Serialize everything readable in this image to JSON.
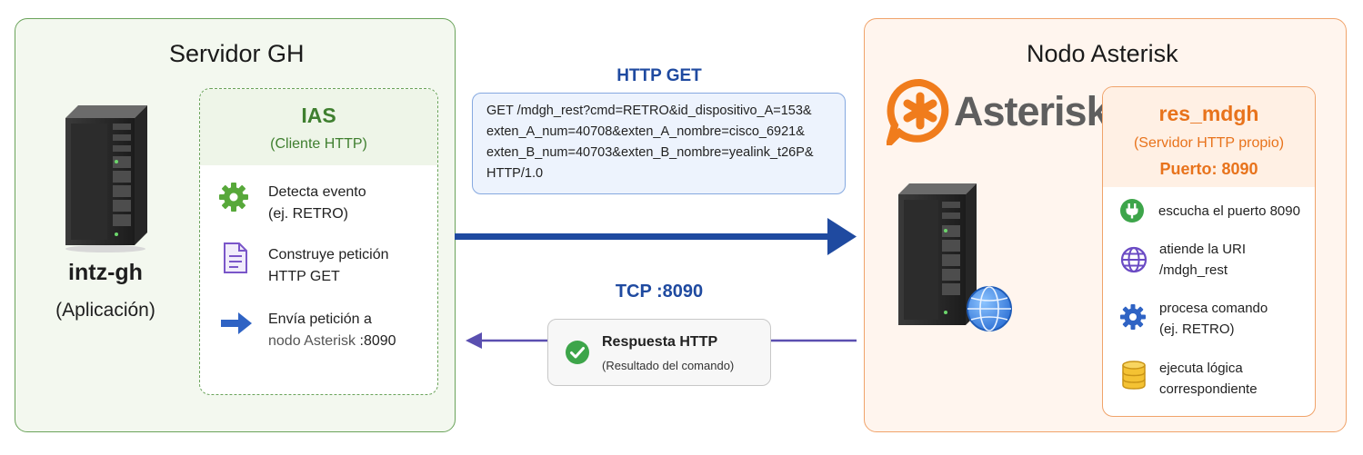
{
  "left_panel": {
    "title": "Servidor GH",
    "app_name": "intz-gh",
    "app_subtitle": "(Aplicación)",
    "ias": {
      "title": "IAS",
      "subtitle": "(Cliente HTTP)",
      "steps": [
        {
          "icon": "gear-icon",
          "line1": "Detecta evento",
          "line2": "(ej. RETRO)"
        },
        {
          "icon": "document-icon",
          "line1": "Construye petición",
          "line2": "HTTP GET"
        },
        {
          "icon": "arrow-right-icon",
          "line1": "Envía petición a",
          "line2a": "nodo Asterisk",
          "line2b": " :8090"
        }
      ]
    }
  },
  "connection": {
    "request_label": "HTTP GET",
    "request_lines": [
      "GET /mdgh_rest?cmd=RETRO&id_dispositivo_A=153&",
      "exten_A_num=40708&exten_A_nombre=cisco_6921&",
      "exten_B_num=40703&exten_B_nombre=yealink_t26P&",
      "HTTP/1.0"
    ],
    "port_label": "TCP :8090",
    "response_title": "Respuesta HTTP",
    "response_subtitle": "(Resultado del comando)"
  },
  "right_panel": {
    "title": "Nodo Asterisk",
    "logo_text": "Asterisk",
    "res": {
      "title": "res_mdgh",
      "subtitle": "(Servidor HTTP propio)",
      "port": "Puerto: 8090",
      "items": [
        {
          "icon": "plug-icon",
          "line1": "escucha el puerto 8090"
        },
        {
          "icon": "globe-icon",
          "line1": "atiende la URI",
          "line2": "/mdgh_rest"
        },
        {
          "icon": "gear-icon",
          "line1": "procesa comando",
          "line2": "(ej. RETRO)"
        },
        {
          "icon": "database-icon",
          "line1": "ejecuta lógica",
          "line2": "correspondiente"
        }
      ]
    }
  },
  "colors": {
    "green": "#3f7f2f",
    "orange": "#e8731c",
    "blue_arrow": "#1f4aa0",
    "purple_arrow": "#5a4fb0"
  }
}
